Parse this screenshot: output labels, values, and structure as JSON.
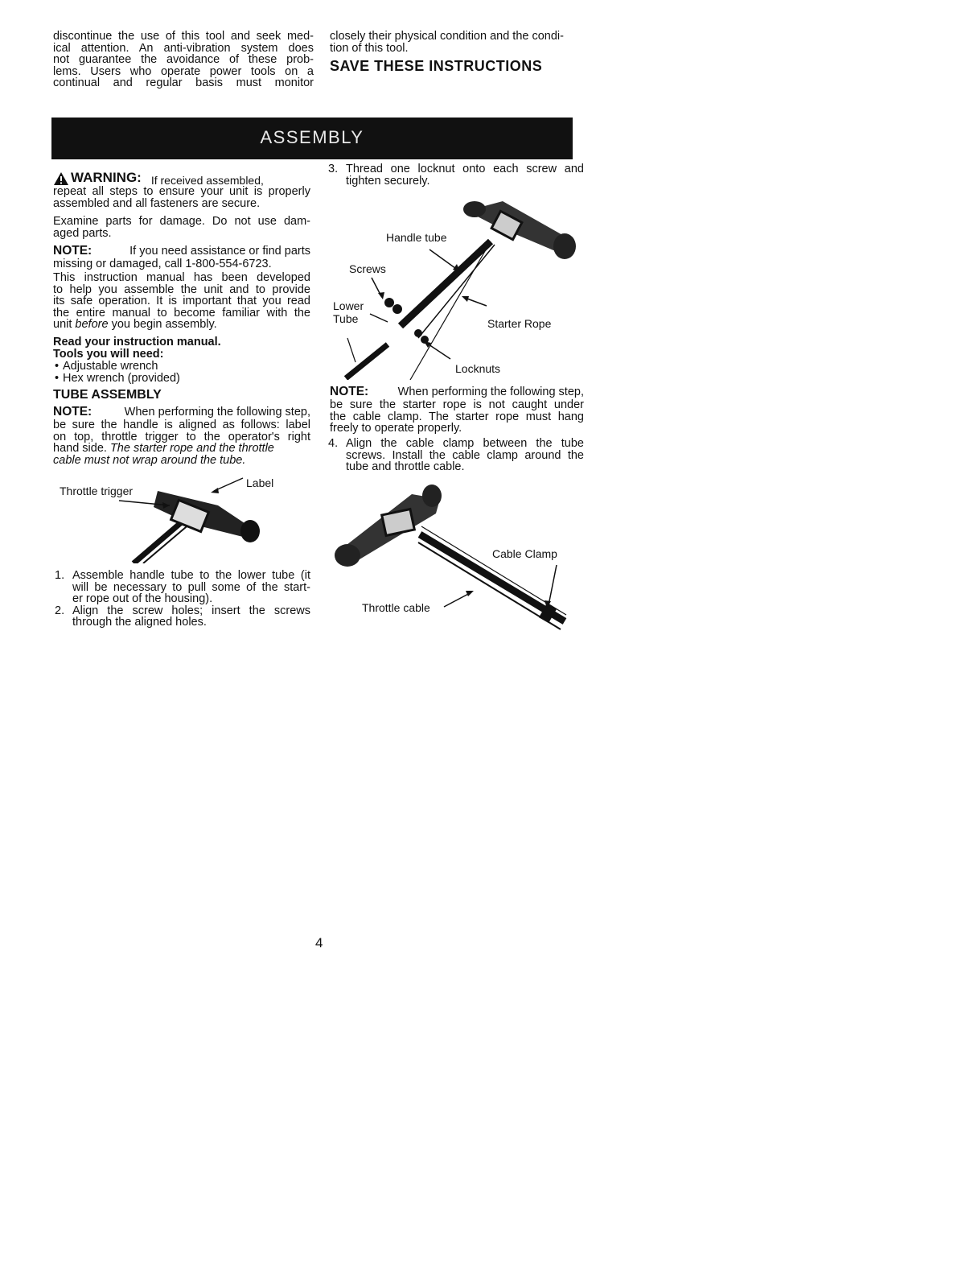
{
  "intro": {
    "left_lines": [
      "discontinue the use of this tool and seek med-",
      "ical attention. An anti-vibration system does",
      "not guarantee the avoidance of these prob-",
      "lems. Users who operate power tools on a",
      "continual and regular basis must monitor"
    ],
    "right_lines": [
      "closely their physical condition and the condi-",
      "tion of this tool."
    ],
    "save_heading": "SAVE THESE INSTRUCTIONS"
  },
  "banner": {
    "title": "ASSEMBLY"
  },
  "warning": {
    "label": "WARNING:",
    "first_line": "If received assembled,",
    "lines": [
      "repeat all steps to ensure your unit is properly",
      "assembled and all fasteners are secure."
    ]
  },
  "examine": {
    "lines": [
      "Examine parts for damage. Do not use dam-",
      "aged parts."
    ]
  },
  "note1": {
    "label": "NOTE:",
    "first_line": "If you need assistance or find parts",
    "last_line": "missing or damaged, call 1-800-554-6723."
  },
  "manual": {
    "lines": [
      "This instruction manual has been developed",
      "to help you assemble the unit and to provide",
      "its safe operation. It is important that you read",
      "the entire manual to become familiar with the"
    ],
    "last_prefix": "unit",
    "last_italic": "before",
    "last_suffix": "you begin assembly."
  },
  "read_manual": "Read your instruction manual.",
  "tools": {
    "heading": "Tools you will need:",
    "items": [
      "Adjustable wrench",
      "Hex wrench (provided)"
    ]
  },
  "tube_assembly": {
    "heading": "TUBE ASSEMBLY",
    "note_label": "NOTE:",
    "note_first": "When performing the following step,",
    "note_lines": [
      "be sure the handle is aligned as follows: label",
      "on top, throttle trigger to the operator's right"
    ],
    "note_line4_plain": "hand side.",
    "note_line4_italic": "The starter rope and the throttle",
    "note_line5_italic": "cable must not wrap around the tube."
  },
  "fig1": {
    "throttle_trigger": "Throttle trigger",
    "label": "Label"
  },
  "steps_left": [
    {
      "num": "1.",
      "lines": [
        "Assemble handle tube to the lower tube (it",
        "will be necessary to pull some of the start-",
        "er rope out of the housing)."
      ]
    },
    {
      "num": "2.",
      "lines": [
        "Align the screw holes; insert the screws",
        "through the aligned holes."
      ]
    }
  ],
  "step3": {
    "num": "3.",
    "lines": [
      "Thread one locknut onto each screw and",
      "tighten securely."
    ]
  },
  "fig2": {
    "handle_tube": "Handle tube",
    "screws": "Screws",
    "lower": "Lower",
    "tube": "Tube",
    "starter_rope": "Starter Rope",
    "locknuts": "Locknuts"
  },
  "note2": {
    "label": "NOTE:",
    "first": "When performing the following step,",
    "lines": [
      "be sure the starter rope is not caught under",
      "the cable clamp. The starter rope must hang",
      "freely to operate properly."
    ]
  },
  "step4": {
    "num": "4.",
    "lines": [
      "Align the cable clamp between the tube",
      "screws. Install the cable clamp around the",
      "tube and throttle cable."
    ]
  },
  "fig3": {
    "cable_clamp": "Cable Clamp",
    "throttle_cable": "Throttle cable"
  },
  "page_number": "4"
}
